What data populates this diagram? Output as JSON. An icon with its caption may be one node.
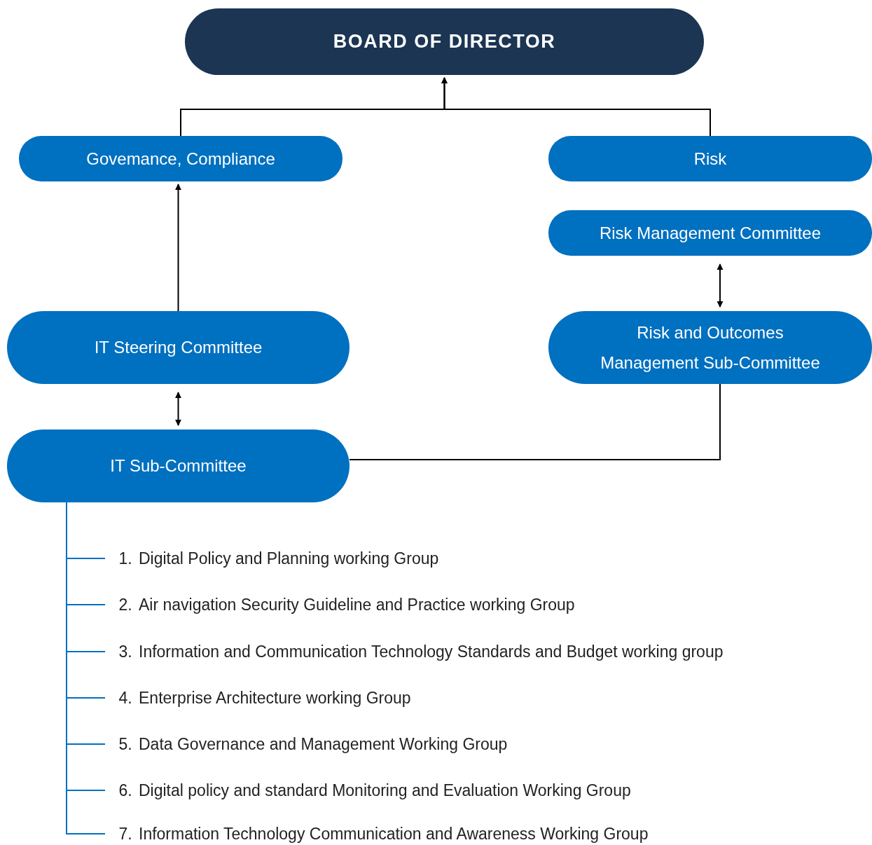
{
  "diagram": {
    "nodes": [
      {
        "text": [
          "BOARD OF DIRECTOR"
        ]
      },
      {
        "text": [
          "Govemance, Compliance"
        ]
      },
      {
        "text": [
          "Risk"
        ]
      },
      {
        "text": [
          "Risk Management Committee"
        ]
      },
      {
        "text": [
          "IT Steering Committee"
        ]
      },
      {
        "text": [
          "Risk and Outcomes Management Sub-Committee"
        ]
      },
      {
        "text": [
          "IT Sub-Committee"
        ]
      },
      {
        "text": [
          "1.",
          "Digital Policy and Planning working Group"
        ]
      },
      {
        "text": [
          "2.",
          "Air navigation Security Guideline and Practice working Group"
        ]
      },
      {
        "text": [
          "3.",
          "Information and Communication Technology Standards and Budget working group"
        ]
      },
      {
        "text": [
          "4.",
          "Enterprise Architecture working Group"
        ]
      },
      {
        "text": [
          "5.",
          "Data Governance and Management Working Group"
        ]
      },
      {
        "text": [
          "6.",
          "Digital policy and standard Monitoring and Evaluation Working Group"
        ]
      },
      {
        "text": [
          "7.",
          "Information Technology Communication and Awareness Working Group"
        ]
      }
    ],
    "edges": [
      {
        "from": 1,
        "to": 0,
        "arrow": "to",
        "color": "#000000"
      },
      {
        "from": 2,
        "to": 0,
        "arrow": "to",
        "color": "#000000"
      },
      {
        "from": 4,
        "to": 1,
        "arrow": "to",
        "color": "#000000"
      },
      {
        "from": 3,
        "to": 5,
        "arrow": "both",
        "color": "#000000"
      },
      {
        "from": 4,
        "to": 6,
        "arrow": "both",
        "color": "#000000"
      },
      {
        "from": 5,
        "to": 6,
        "arrow": "none",
        "color": "#000000"
      },
      {
        "from": 6,
        "to": 7,
        "arrow": "none"
      },
      {
        "from": 6,
        "to": 8,
        "arrow": "none"
      },
      {
        "from": 6,
        "to": 9,
        "arrow": "none"
      },
      {
        "from": 6,
        "to": 10,
        "arrow": "none"
      },
      {
        "from": 6,
        "to": 11,
        "arrow": "none"
      },
      {
        "from": 6,
        "to": 12,
        "arrow": "none"
      },
      {
        "from": 6,
        "to": 13,
        "arrow": "none"
      }
    ]
  }
}
